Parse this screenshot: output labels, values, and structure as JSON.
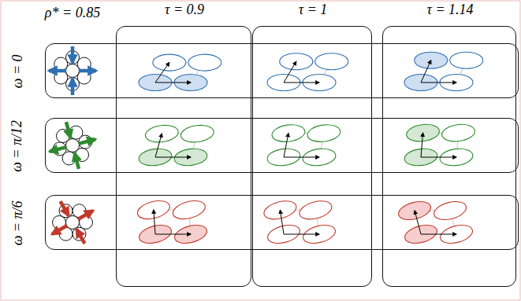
{
  "diagram": {
    "nodes": [
      {
        "text": [
          "τ = 0.9"
        ]
      },
      {
        "text": [
          "τ = 1"
        ]
      },
      {
        "text": [
          "τ = 1.14"
        ]
      },
      {
        "text": [
          "ω = 0"
        ]
      },
      {
        "text": [
          "ω = π/12"
        ]
      },
      {
        "text": [
          "ω = π/6"
        ]
      }
    ],
    "labels": [
      "ρ* = 0.85"
    ]
  }
}
